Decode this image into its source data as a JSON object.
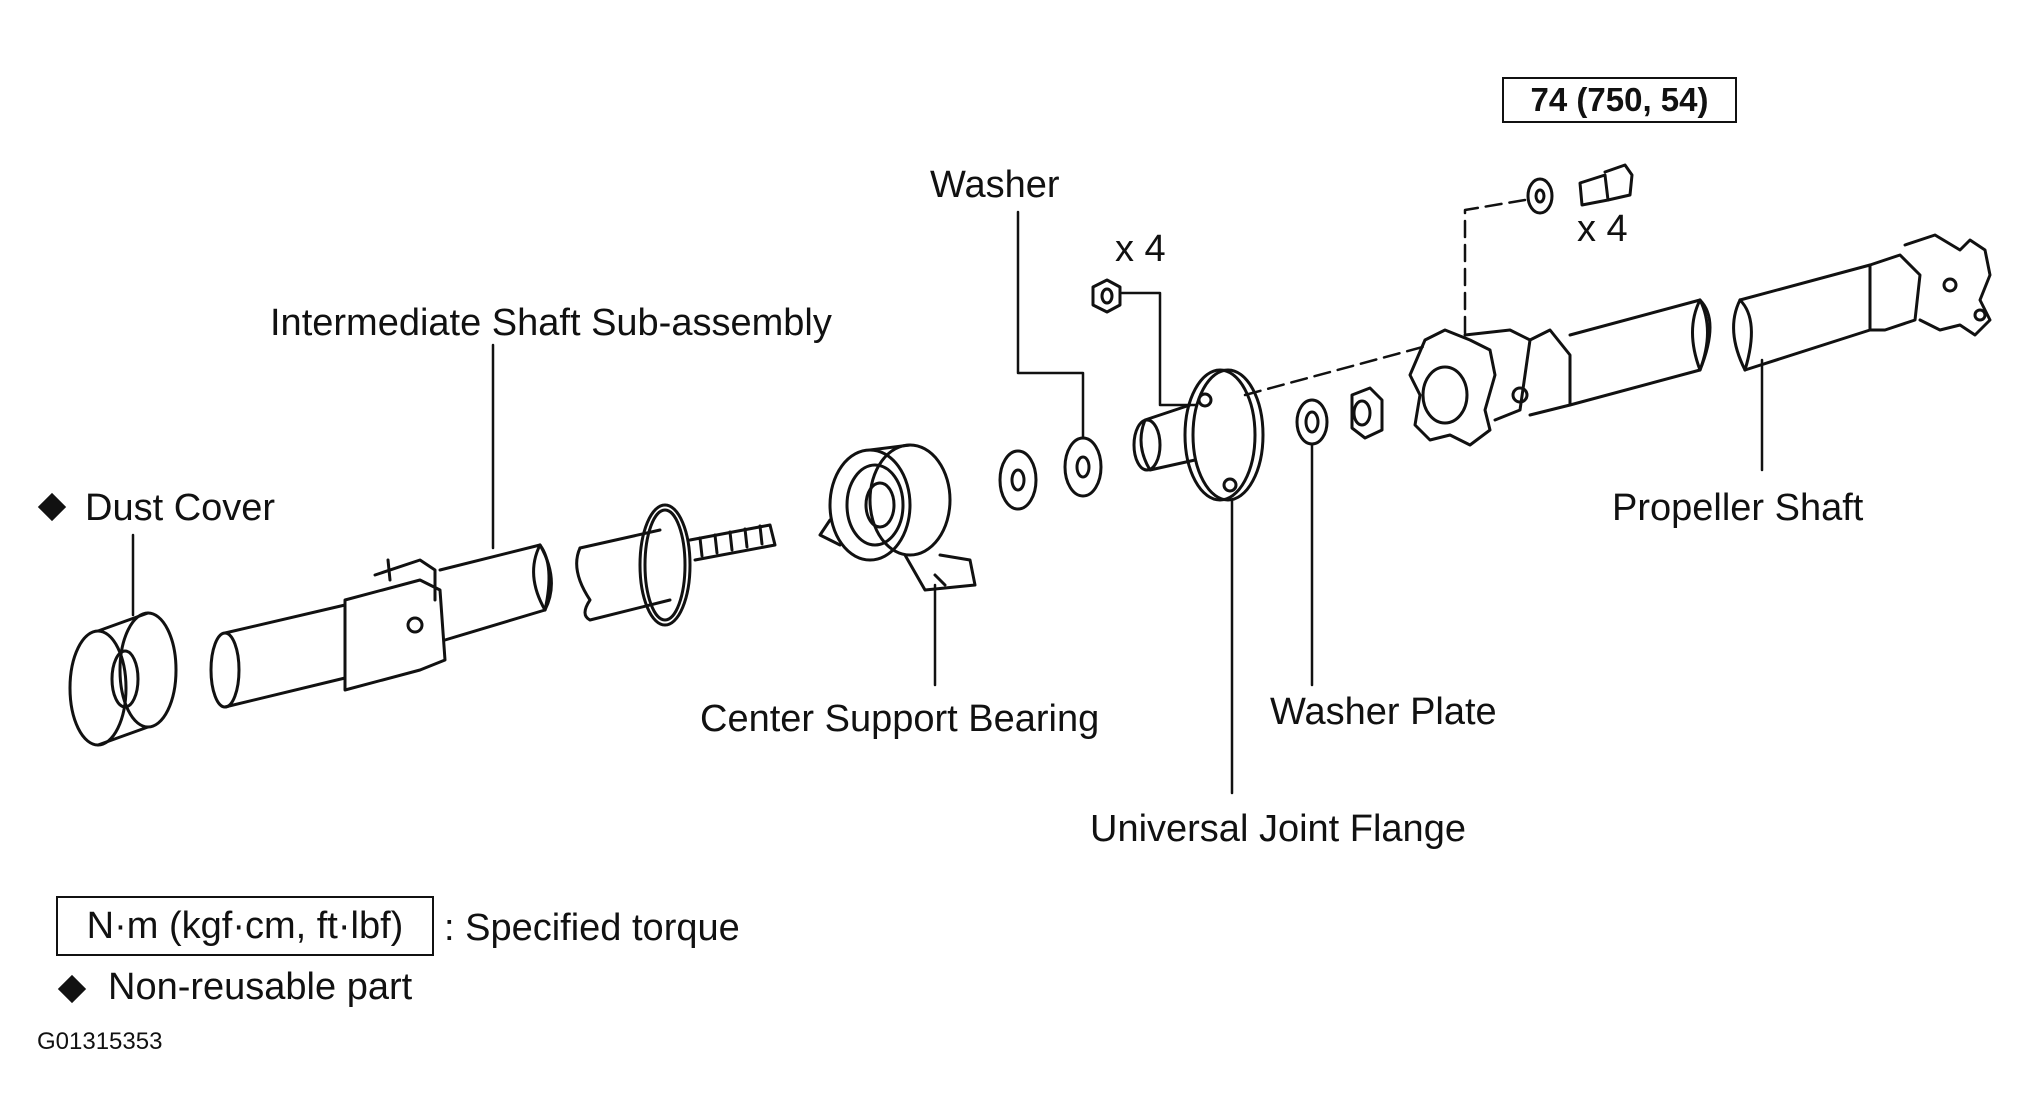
{
  "labels": {
    "washer": "Washer",
    "x4_left": "x 4",
    "x4_right": "x 4",
    "intermediate_shaft": "Intermediate Shaft Sub-assembly",
    "dust_cover": "Dust Cover",
    "center_support_bearing": "Center Support Bearing",
    "washer_plate": "Washer Plate",
    "universal_joint_flange": "Universal Joint Flange",
    "propeller_shaft": "Propeller Shaft"
  },
  "torque_spec": "74 (750, 54)",
  "legend": {
    "torque_box": "N·m (kgf·cm, ft·lbf)",
    "torque_desc": ": Specified torque",
    "non_reusable": "Non-reusable part"
  },
  "figure_id": "G01315353"
}
